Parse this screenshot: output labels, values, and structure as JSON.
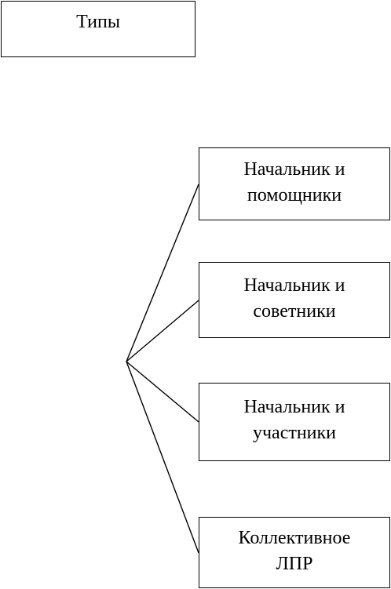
{
  "root": {
    "label": "Типы"
  },
  "types": [
    {
      "lines": [
        "Начальник и",
        "помощники"
      ]
    },
    {
      "lines": [
        "Начальник и",
        "советники"
      ]
    },
    {
      "lines": [
        "Начальник и",
        "участники"
      ]
    },
    {
      "lines": [
        "Коллективное",
        "ЛПР"
      ]
    }
  ]
}
